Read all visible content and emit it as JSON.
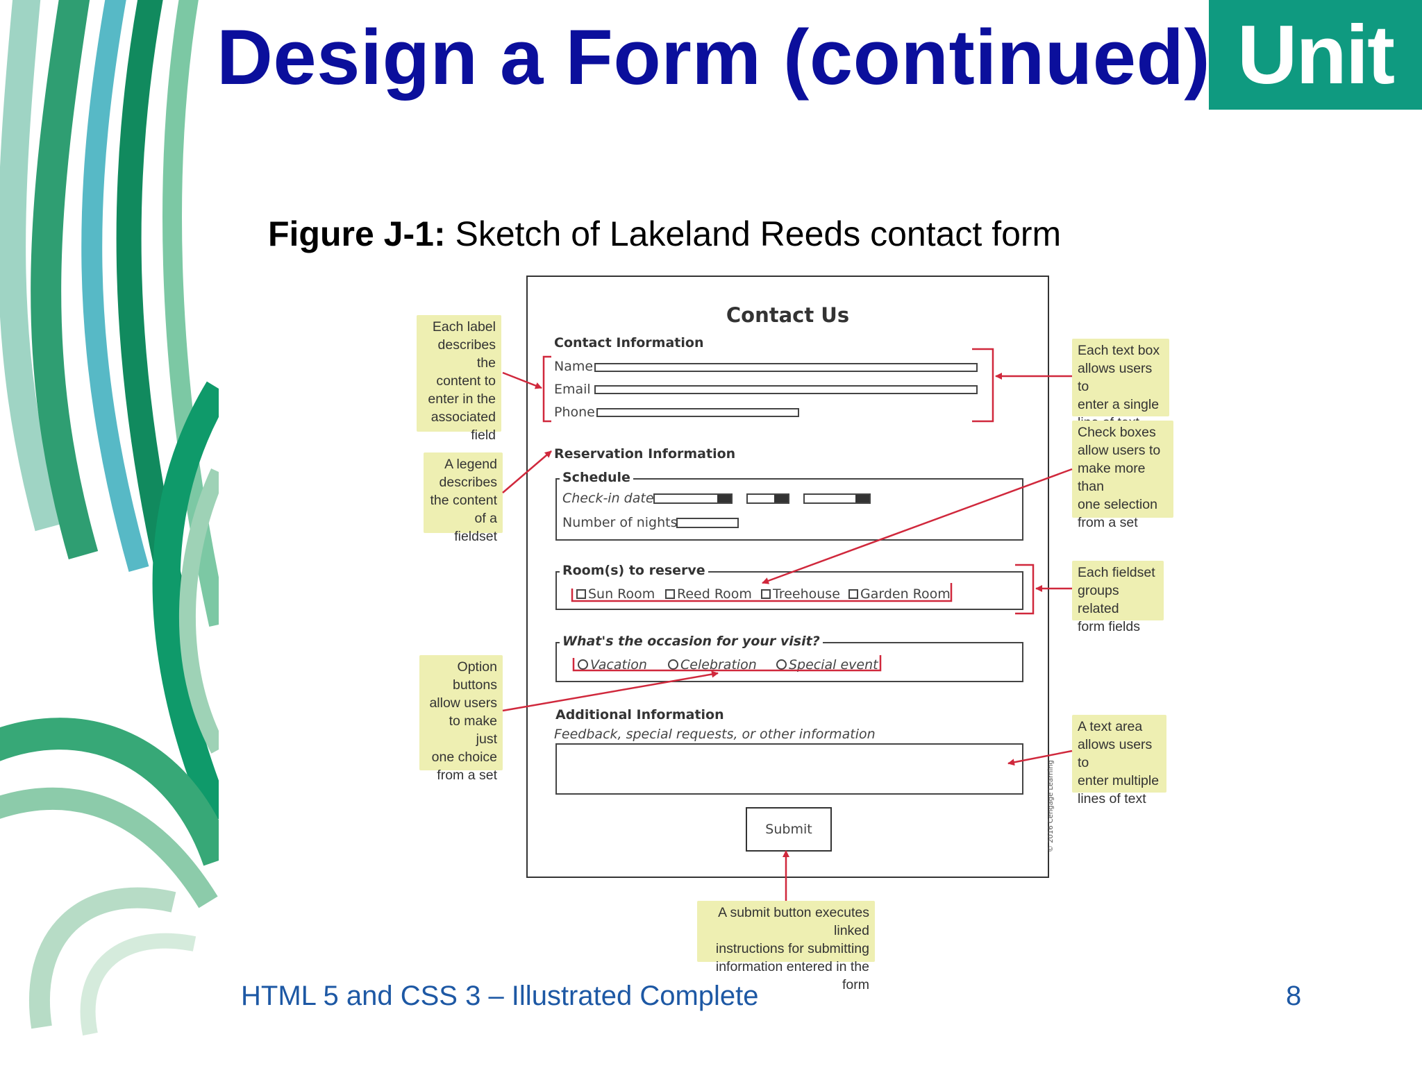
{
  "slide": {
    "title": "Design a Form (continued)",
    "badge": "Unit J",
    "caption_label": "Figure J-1:",
    "caption_text": " Sketch of Lakeland Reeds contact form",
    "footer": "HTML 5 and CSS 3 – Illustrated Complete",
    "page_number": "8"
  },
  "sketch": {
    "title": "Contact Us",
    "contact_heading": "Contact Information",
    "name_label": "Name",
    "email_label": "Email",
    "phone_label": "Phone",
    "reservation_heading": "Reservation Information",
    "schedule_legend": "Schedule",
    "checkin_label": "Check-in date",
    "nights_label": "Number of nights",
    "rooms_legend": "Room(s) to reserve",
    "rooms": [
      "Sun Room",
      "Reed Room",
      "Treehouse",
      "Garden Room"
    ],
    "occasion_legend": "What's the occasion for your visit?",
    "occasions": [
      "Vacation",
      "Celebration",
      "Special event"
    ],
    "additional_heading": "Additional Information",
    "feedback_label": "Feedback, special requests, or other information",
    "submit_label": "Submit",
    "credit": "© 2016 Cengage Learning"
  },
  "callouts": {
    "label": "Each label\ndescribes the\ncontent to\nenter in the\nassociated\nfield",
    "legend": "A legend\ndescribes\nthe content\nof a fieldset",
    "option": "Option\nbuttons\nallow users\nto make just\none choice\nfrom a set",
    "textbox": "Each text box\nallows users to\nenter a single\nline of text",
    "checkbox": "Check boxes\nallow users to\nmake more than\none selection\nfrom a set",
    "fieldset": "Each fieldset\ngroups related\nform fields",
    "textarea": "A text area\nallows users to\nenter multiple\nlines of text",
    "submit": "A submit button executes linked\ninstructions for submitting\ninformation entered in the form"
  },
  "colors": {
    "title": "#0b0f9c",
    "badge": "#0f9a80",
    "callout": "#eeefb2",
    "arrow": "#d0283c",
    "footer": "#1d58a4"
  }
}
